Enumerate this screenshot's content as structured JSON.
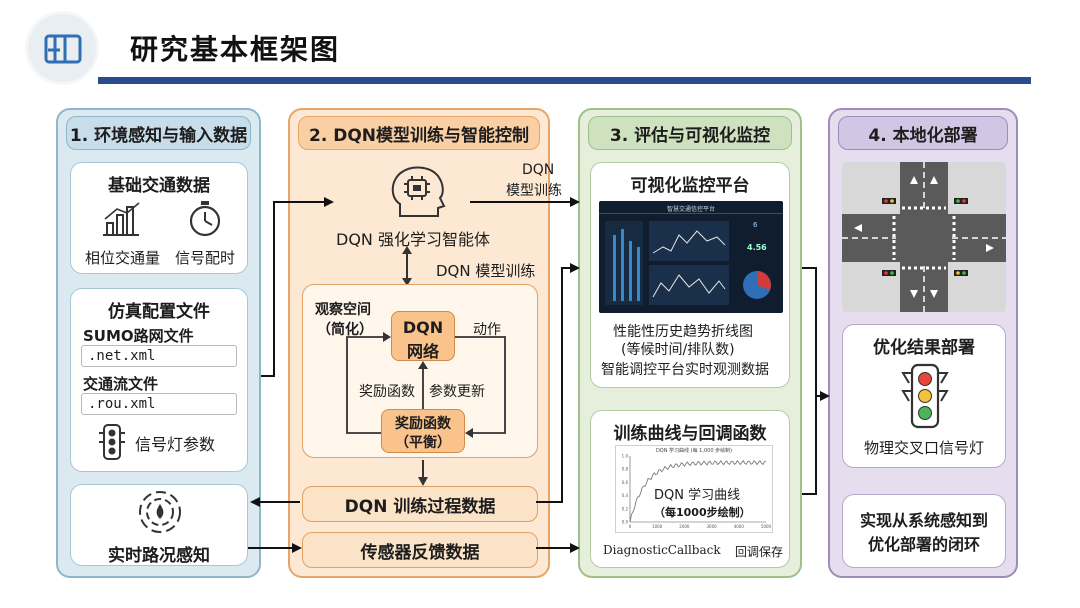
{
  "header": {
    "title": "研究基本框架图"
  },
  "col1": {
    "title": "1. 环境感知与输入数据",
    "basic_card": {
      "title": "基础交通数据",
      "item1": "相位交通量",
      "item2": "信号配时"
    },
    "sim_card": {
      "title": "仿真配置文件",
      "sumo_label": "SUMO路网文件",
      "sumo_value": ".net.xml",
      "flow_label": "交通流文件",
      "flow_value": ".rou.xml",
      "signal_label": "信号灯参数"
    },
    "realtime_card": {
      "title": "实时路况感知"
    }
  },
  "col2": {
    "title": "2. DQN模型训练与智能控制",
    "agent_label": "DQN 强化学习智能体",
    "train_label": "DQN 模型训练",
    "obs_label": "观察空间",
    "obs_sub": "（简化）",
    "network_line1": "DQN",
    "network_line2": "网络",
    "action_label": "动作",
    "reward_func_label": "奖励函数",
    "param_update_label": "参数更新",
    "reward_box_line1": "奖励函数",
    "reward_box_line2": "（平衡）",
    "process_band": "DQN 训练过程数据",
    "sensor_band": "传感器反馈数据"
  },
  "arrow_label": {
    "line1": "DQN",
    "line2": "模型训练"
  },
  "col3": {
    "title": "3. 评估与可视化监控",
    "platform_card": {
      "title": "可视化监控平台",
      "screen_title": "智慧交通信控平台",
      "screen_num1": "6",
      "screen_num2": "4.56",
      "caption1": "性能性历史趋势折线图",
      "caption2": "(等候时间/排队数)",
      "caption3": "智能调控平台实时观测数据"
    },
    "curve_card": {
      "title": "训练曲线与回调函数",
      "plot_title": "DQN 学习曲线 (每 1,000 步绘制)",
      "overlay1": "DQN 学习曲线",
      "overlay2": "（每1000步绘制）",
      "y_ticks": [
        "1.0",
        "0.8",
        "0.6",
        "0.4",
        "0.2",
        "0.0"
      ],
      "x_ticks": [
        "0",
        "1000",
        "2000",
        "3000",
        "4000",
        "5000"
      ],
      "callback_label": "DiagnosticCallback",
      "callback_suffix": "回调保存"
    }
  },
  "col4": {
    "title": "4. 本地化部署",
    "deploy_card": {
      "title": "优化结果部署",
      "caption": "物理交叉口信号灯"
    },
    "closed_loop": {
      "line1": "实现从系统感知到",
      "line2": "优化部署的闭环"
    }
  },
  "colors": {
    "blue_bg": "#dbeaf1",
    "blue_border": "#8fb6c9",
    "orange_bg": "#fde9d3",
    "orange_border": "#e7a56a",
    "green_bg": "#e5efdc",
    "green_border": "#9fc08a",
    "purple_bg": "#e6deef",
    "purple_border": "#a08cba",
    "title_bar": "#2a4b8d"
  }
}
